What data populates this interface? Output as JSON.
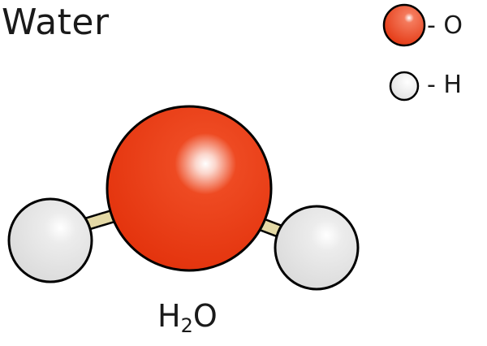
{
  "title": "Water",
  "legend": {
    "oxygen_label": "- O",
    "hydrogen_label": "- H"
  },
  "formula": {
    "base": "H",
    "subscript": "2",
    "suffix": "O"
  },
  "colors": {
    "oxygen": "#e8330b",
    "hydrogen": "#e1e1e1",
    "bond": "#e4d9a6",
    "outline": "#000000"
  }
}
